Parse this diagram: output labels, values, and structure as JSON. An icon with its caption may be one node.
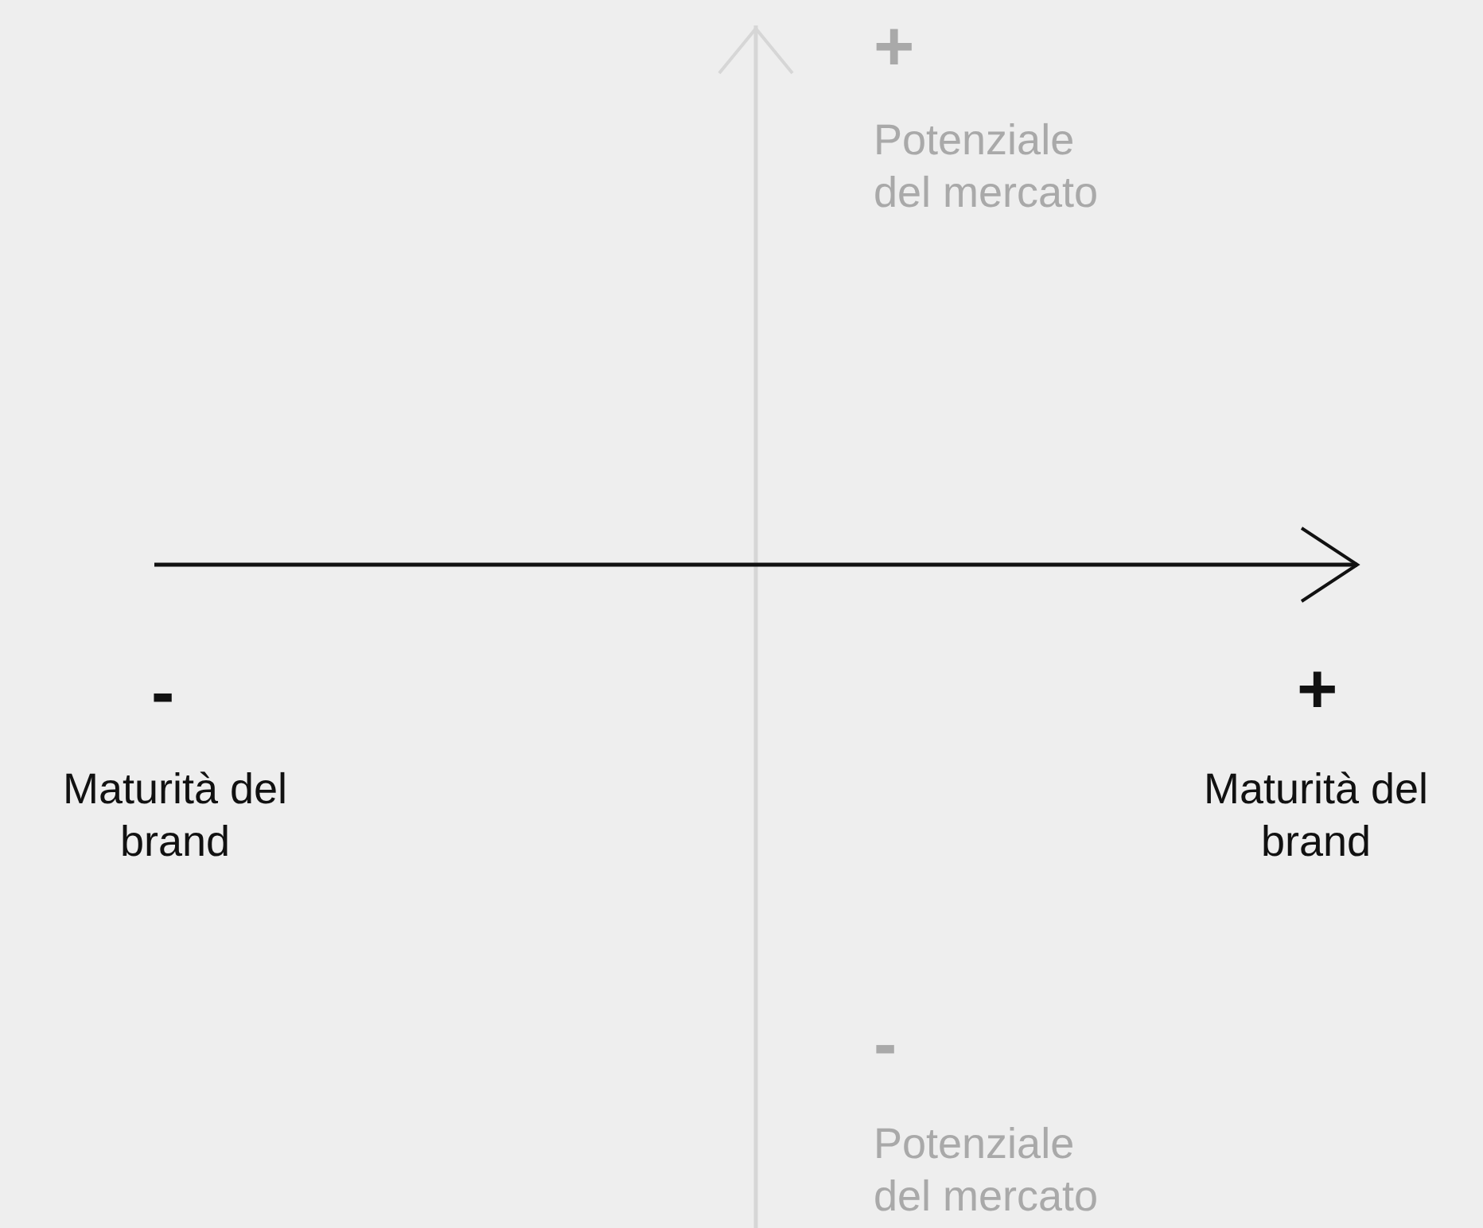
{
  "diagram": {
    "labels": [
      "+",
      "Potenziale del mercato",
      "-",
      "+",
      "Maturità del brand",
      "Maturità del brand",
      "-",
      "Potenziale del mercato"
    ]
  }
}
